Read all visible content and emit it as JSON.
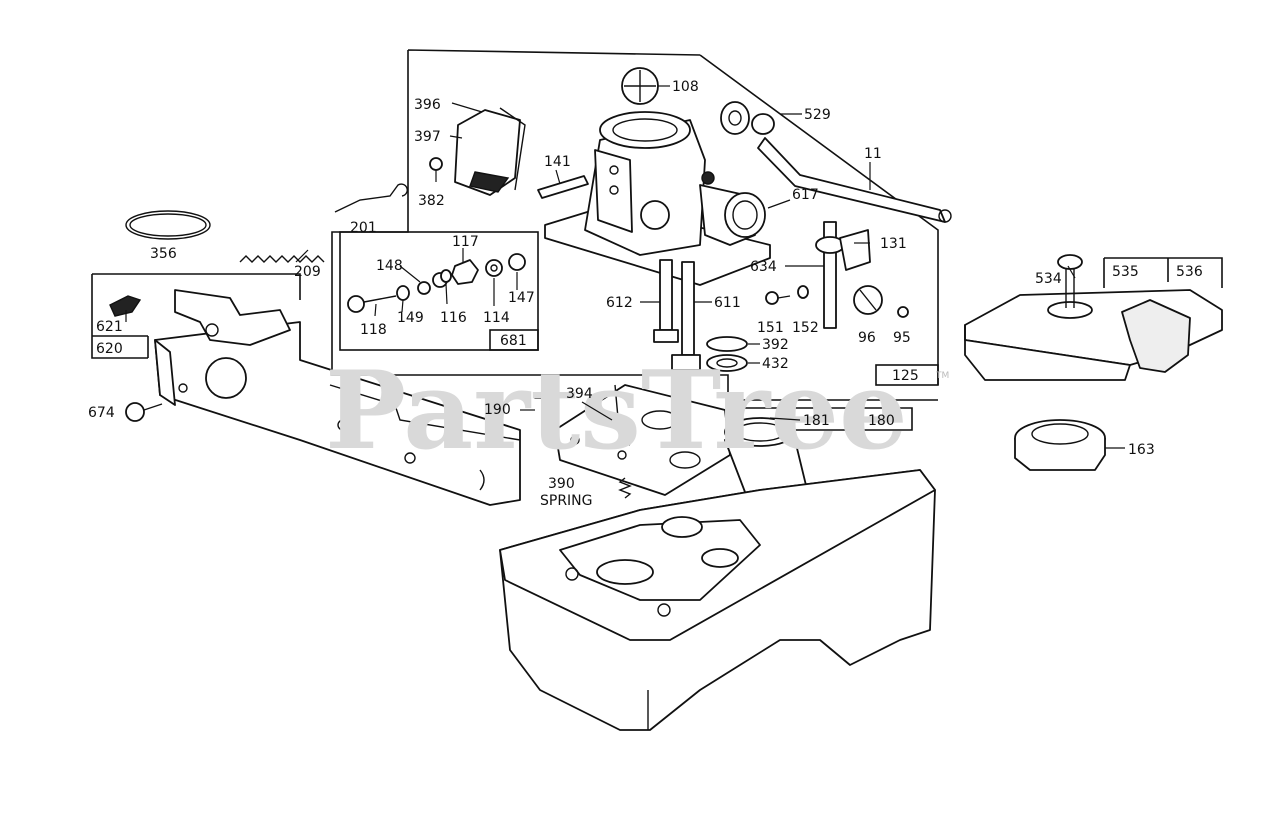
{
  "watermark": {
    "text": "PartsTree",
    "mark": "TM"
  },
  "callouts": {
    "c108": "108",
    "c396": "396",
    "c397": "397",
    "c382": "382",
    "c141": "141",
    "c529": "529",
    "c11": "11",
    "c617": "617",
    "c201": "201",
    "c356": "356",
    "c209": "209",
    "c117": "117",
    "c148": "148",
    "c147": "147",
    "c118": "118",
    "c149": "149",
    "c116": "116",
    "c114": "114",
    "c681": "681",
    "c131": "131",
    "c634": "634",
    "c612": "612",
    "c611": "611",
    "c151": "151",
    "c152": "152",
    "c96": "96",
    "c95": "95",
    "c392": "392",
    "c432": "432",
    "c125": "125",
    "c621": "621",
    "c620": "620",
    "c674": "674",
    "c190": "190",
    "c394": "394",
    "c181": "181",
    "c180": "180",
    "c390": "390",
    "spring": "SPRING",
    "c534": "534",
    "c535": "535",
    "c536": "536",
    "c163": "163"
  },
  "colors": {
    "ink": "#111111",
    "watermark": "#d9d9d9",
    "paper": "#ffffff"
  }
}
